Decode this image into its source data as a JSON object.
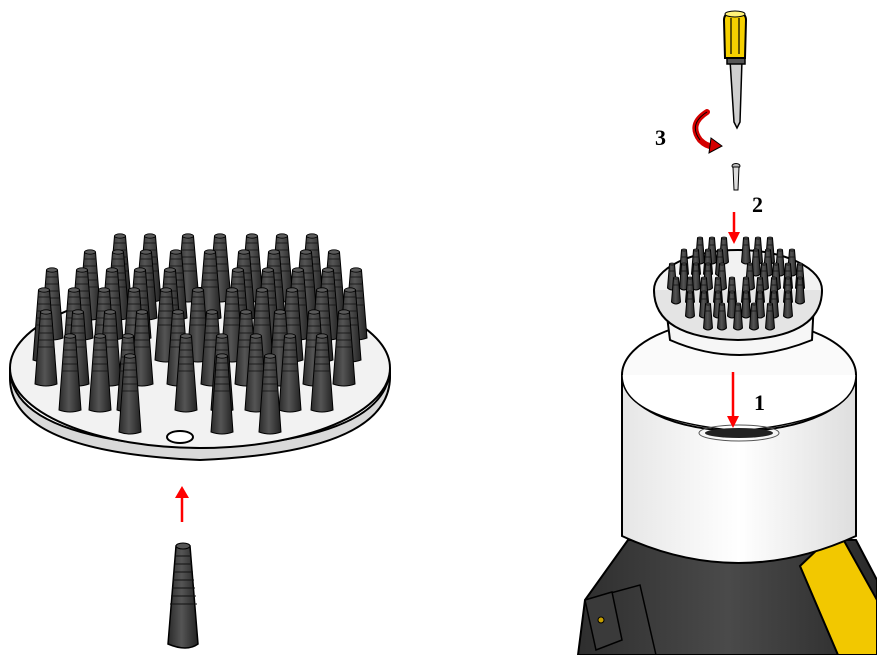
{
  "steps": {
    "step1": "1",
    "step2": "2",
    "step3": "3"
  },
  "colors": {
    "arrow": "#ff0000",
    "plate": "#f2f2f2",
    "pin": "#3a3a3a",
    "body_upper": "#f4f4f4",
    "body_lower": "#3c3c3c",
    "screwdriver_handle": "#f5d000",
    "bracket": "#f2c800"
  },
  "icons": {
    "rotation": "curved-rotate-arrow-icon",
    "screwdriver": "screwdriver-icon",
    "screw": "screw-icon"
  }
}
